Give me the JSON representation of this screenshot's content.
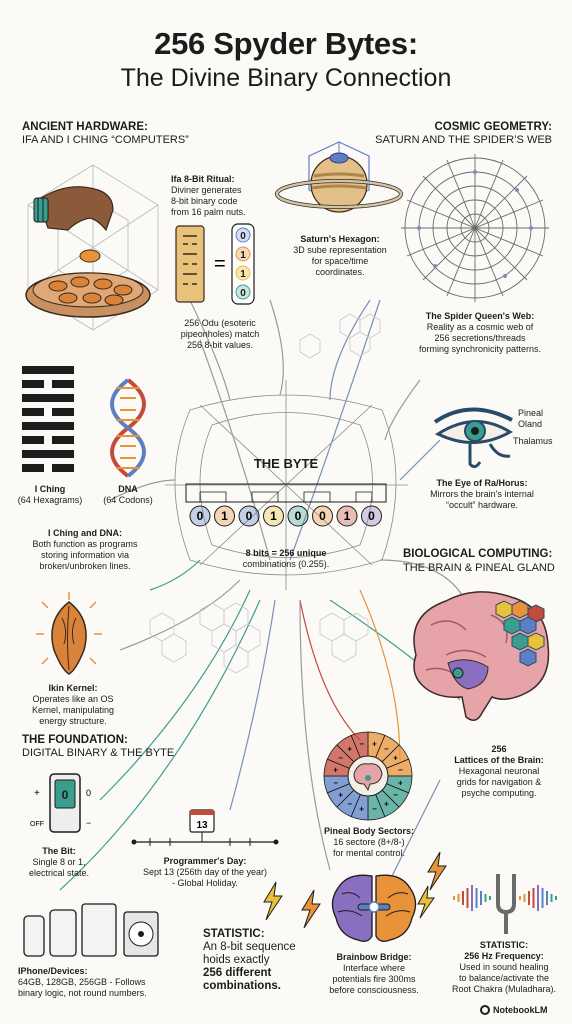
{
  "title": "256 Spyder Bytes:",
  "subtitle": "The Divine Binary Connection",
  "sections": {
    "ancient": {
      "heading": "ANCIENT HARDWARE:",
      "sub": "IFA AND I CHING “COMPUTERS”"
    },
    "cosmic": {
      "heading": "COSMIC GEOMETRY:",
      "sub": "SATURN AND THE SPIDER’S WEB"
    },
    "biological": {
      "heading": "BIOLOGICAL COMPUTING:",
      "sub": "THE BRAIN & PINEAL GLAND"
    },
    "foundation": {
      "heading": "THE FOUNDATION:",
      "sub": "DIGITAL BINARY & THE BYTE"
    }
  },
  "ifa": {
    "title": "Ifa 8-Bit Ritual:",
    "text": [
      "Diviner generates",
      "8-bit binary code",
      "from 16 palm nuts."
    ],
    "equals": "=",
    "bits": [
      "0",
      "1",
      "1",
      "0"
    ]
  },
  "odu": {
    "title": "256 Odu",
    "text": [
      "256 Odu (esoteric",
      "pipeonholes) match",
      "256 8-bit values."
    ]
  },
  "saturn": {
    "title": "Saturn's Hexagon:",
    "text": [
      "3D sube representation",
      "for space/time",
      "coordinates."
    ]
  },
  "spider": {
    "title": "The Spider Queen's Web:",
    "text": [
      "Reality as a cosmic web of",
      "256 secretions/threads",
      "forming synchronicity patterns."
    ]
  },
  "eye": {
    "labels": [
      "Pineal",
      "Oland",
      "Thalamus"
    ],
    "title": "The Eye of Ra/Horus:",
    "text": [
      "Mirrors the brain's internal",
      "“occult” hardware."
    ]
  },
  "iching": {
    "name": "I Ching",
    "sub": "(64 Hexagrams)"
  },
  "dna": {
    "name": "DNA",
    "sub": "(64 Codons)"
  },
  "iching_dna": {
    "title": "I Ching and DNA:",
    "text": [
      "Both function as programs",
      "storing information via",
      "broken/unbroken lines."
    ]
  },
  "byte": {
    "title": "THE BYTE",
    "bits": [
      "0",
      "1",
      "0",
      "1",
      "0",
      "0",
      "1",
      "0"
    ],
    "caption": [
      "8 bits = 256 unique",
      "combinations (0.255)."
    ]
  },
  "ikin": {
    "title": "Ikin Kernel:",
    "text": [
      "Operates like an OS",
      "Kernel, manipulating",
      "energy structure."
    ]
  },
  "lattice": {
    "title": "256",
    "title2": "Lattices of the Brain:",
    "text": [
      "Hexagonal neuronal",
      "grids for navigation &",
      "psyche computing."
    ]
  },
  "switch": {
    "on": "0",
    "off": "OFF",
    "plus": "+",
    "minus": "−"
  },
  "bit": {
    "title": "The Bit:",
    "text": [
      "Single 8 or 1,",
      "electrical state."
    ]
  },
  "programmer": {
    "date": "13",
    "title": "Programmer's Day:",
    "text": [
      "Sept 13 (256th day of the year)",
      "- Global Holiday."
    ]
  },
  "pineal": {
    "title": "Pineal Body Sectors:",
    "text": [
      "16 sectore (8+/8-)",
      "for mental control."
    ]
  },
  "devices": {
    "title": "IPhone/Devices:",
    "text": [
      "64GB, 128GB, 256GB - Follows",
      "binary logic, not round numbers."
    ]
  },
  "stat1": {
    "title": "STATISTIC:",
    "text": [
      "An 8-bit sequence",
      "hoids exactly"
    ],
    "bold": [
      "256 different",
      "combinations."
    ]
  },
  "brainbow": {
    "title": "Brainbow Bridge:",
    "text": [
      "Interface where",
      "potentials fire 300ms",
      "before consciousness."
    ]
  },
  "stat2": {
    "title": "STATISTIC:",
    "title2": "256 Hz Frequency:",
    "text": [
      "Used in sound healing",
      "to balance/activate the",
      "Root Chakra (Muladhara)."
    ]
  },
  "brand": "NotebookLM",
  "colors": {
    "bit_colors": [
      "#5b7fc4",
      "#e8933a",
      "#5b7fc4",
      "#e8c23a",
      "#3a9e8e",
      "#e8933a",
      "#c44a3a",
      "#8a6fc0"
    ]
  }
}
